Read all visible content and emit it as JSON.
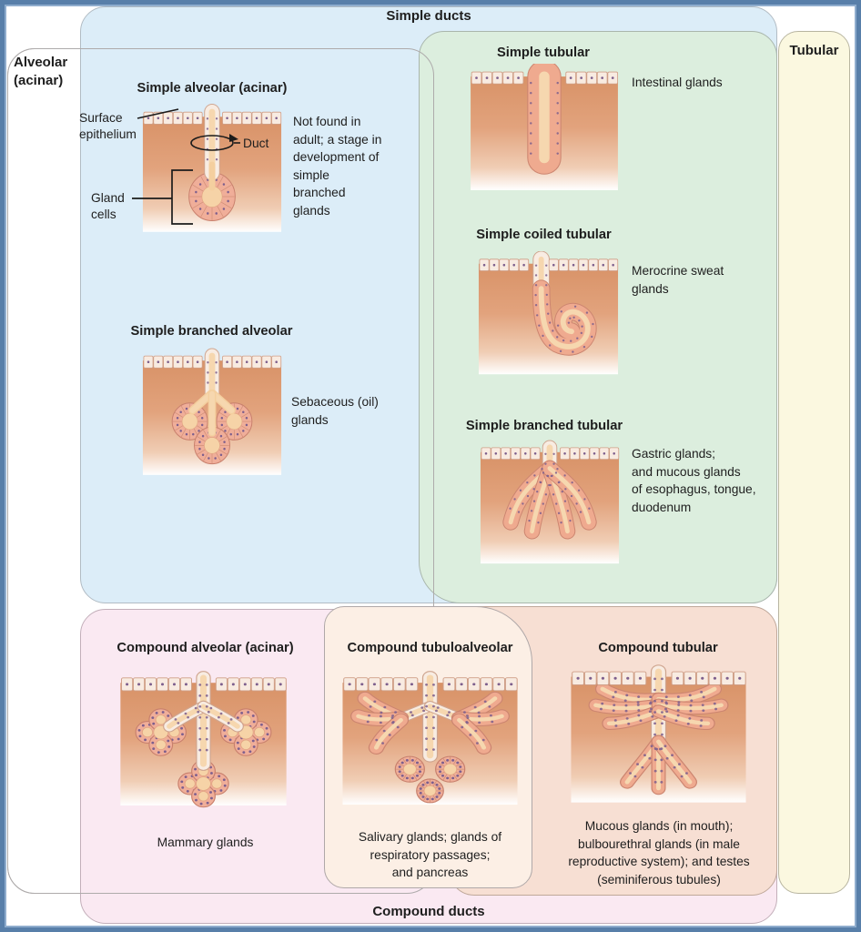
{
  "diagram": {
    "categories": {
      "simple_ducts": "Simple ducts",
      "compound_ducts": "Compound ducts",
      "alveolar": "Alveolar\n(acinar)",
      "tubular": "Tubular"
    },
    "annotations": {
      "surface_epithelium": "Surface\nepithelium",
      "duct": "Duct",
      "gland_cells": "Gland\ncells"
    },
    "glands": [
      {
        "id": "simple-alveolar",
        "title": "Simple alveolar (acinar)",
        "description": "Not found in\nadult; a stage in\ndevelopment of\nsimple\nbranched\nglands"
      },
      {
        "id": "simple-branched-alveolar",
        "title": "Simple branched alveolar",
        "description": "Sebaceous (oil)\nglands"
      },
      {
        "id": "simple-tubular",
        "title": "Simple tubular",
        "description": "Intestinal glands"
      },
      {
        "id": "simple-coiled-tubular",
        "title": "Simple coiled tubular",
        "description": "Merocrine sweat\nglands"
      },
      {
        "id": "simple-branched-tubular",
        "title": "Simple branched tubular",
        "description": "Gastric glands;\nand mucous glands\nof esophagus, tongue,\nduodenum"
      },
      {
        "id": "compound-alveolar",
        "title": "Compound alveolar (acinar)",
        "description": "Mammary glands"
      },
      {
        "id": "compound-tubuloalveolar",
        "title": "Compound tubuloalveolar",
        "description": "Salivary glands; glands of\nrespiratory passages;\nand pancreas"
      },
      {
        "id": "compound-tubular",
        "title": "Compound tubular",
        "description": "Mucous glands (in mouth);\nbulbourethral glands (in male\nreproductive system); and testes\n(seminiferous tubules)"
      }
    ],
    "colors": {
      "frame": "#587fa9",
      "panel_alveolar": "#ffffff",
      "panel_simple_ducts": "#dcedf8",
      "panel_simple_tubular": "#dceede",
      "panel_tubular": "#fbf8e0",
      "panel_compound_ducts": "#fae9f2",
      "panel_compound_tubular": "#f7dfd3",
      "panel_compound_tubuloalveolar": "#fcefe5",
      "tissue": "#d89267",
      "gland_cell": "#efaa8f",
      "lumen": "#f6d7af",
      "text": "#1e1e1e"
    }
  }
}
